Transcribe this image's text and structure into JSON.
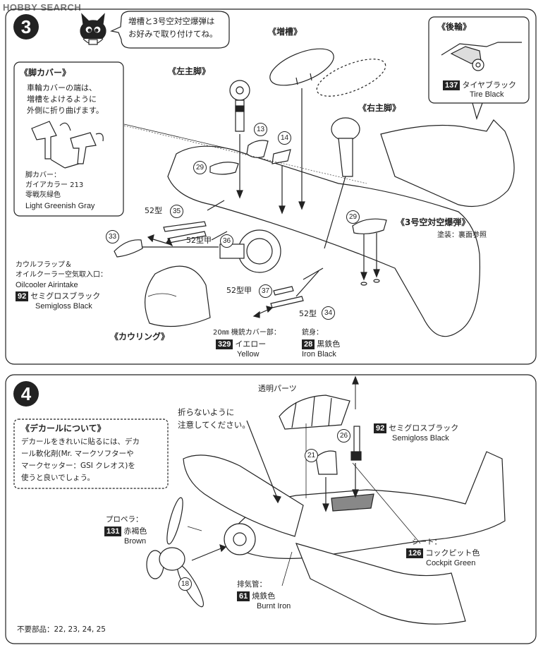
{
  "watermark": "HOBBY SEARCH",
  "step3": {
    "number": "3",
    "mascot_text_1": "増槽と3号空対空爆弾は",
    "mascot_text_2": "お好みで取り付けてね。",
    "drop_tank_title": "《増槽》",
    "left_gear_title": "《左主脚》",
    "right_gear_title": "《右主脚》",
    "tail_wheel": {
      "title": "《後輪》",
      "code": "137",
      "jp": "タイヤブラック",
      "en": "Tire Black"
    },
    "gear_cover": {
      "title": "《脚カバー》",
      "note_1": "車輪カバーの端は、",
      "note_2": "増槽をよけるように",
      "note_3": "外側に折り曲げます。",
      "label_1": "脚カバー：",
      "label_2": "ガイアカラー 213",
      "label_3": "零戦灰緑色",
      "label_en": "Light Greenish Gray"
    },
    "bomb": {
      "title": "《3号空対空爆弾》",
      "note": "塗装：裏面参照"
    },
    "cowl_flap": {
      "jp_1": "カウルフラップ＆",
      "jp_2": "オイルクーラー空気取入口：",
      "en": "Oilcooler Airintake",
      "code": "92",
      "paint_jp": "セミグロスブラック",
      "paint_en": "Semigloss Black"
    },
    "cowling_title": "《カウリング》",
    "gun_cover": {
      "jp": "20㎜ 機銃カバー部：",
      "code": "329",
      "paint_jp": "イエロー",
      "paint_en": "Yellow"
    },
    "barrel": {
      "jp": "銃身：",
      "code": "28",
      "paint_jp": "黒鉄色",
      "paint_en": "Iron Black"
    },
    "variant_52": "52型",
    "variant_52a": "52型甲",
    "parts": {
      "p13": "13",
      "p14": "14",
      "p29a": "29",
      "p29b": "29",
      "p33": "33",
      "p34": "34",
      "p35": "35",
      "p36": "36",
      "p37": "37"
    }
  },
  "step4": {
    "number": "4",
    "clear_parts": "透明パーツ",
    "no_fold_1": "折らないように",
    "no_fold_2": "注意してください。",
    "decal": {
      "title": "《デカールについて》",
      "line_1": "デカールをきれいに貼るには、デカ",
      "line_2": "ール軟化剤(Mr. マークソフターや",
      "line_3": "マークセッター：GSI クレオス)を",
      "line_4": "使うと良いでしょう。"
    },
    "antenna": {
      "code": "92",
      "paint_jp": "セミグロスブラック",
      "paint_en": "Semigloss Black"
    },
    "propeller": {
      "jp": "プロペラ：",
      "code": "131",
      "paint_jp": "赤褐色",
      "paint_en": "Brown"
    },
    "seat": {
      "jp": "シート：",
      "code": "126",
      "paint_jp": "コックピット色",
      "paint_en": "Cockpit Green"
    },
    "exhaust": {
      "jp": "排気管：",
      "code": "61",
      "paint_jp": "焼鉄色",
      "paint_en": "Burnt Iron"
    },
    "unused": "不要部品：22, 23, 24, 25",
    "parts": {
      "p18": "18",
      "p21": "21",
      "p26": "26"
    }
  }
}
